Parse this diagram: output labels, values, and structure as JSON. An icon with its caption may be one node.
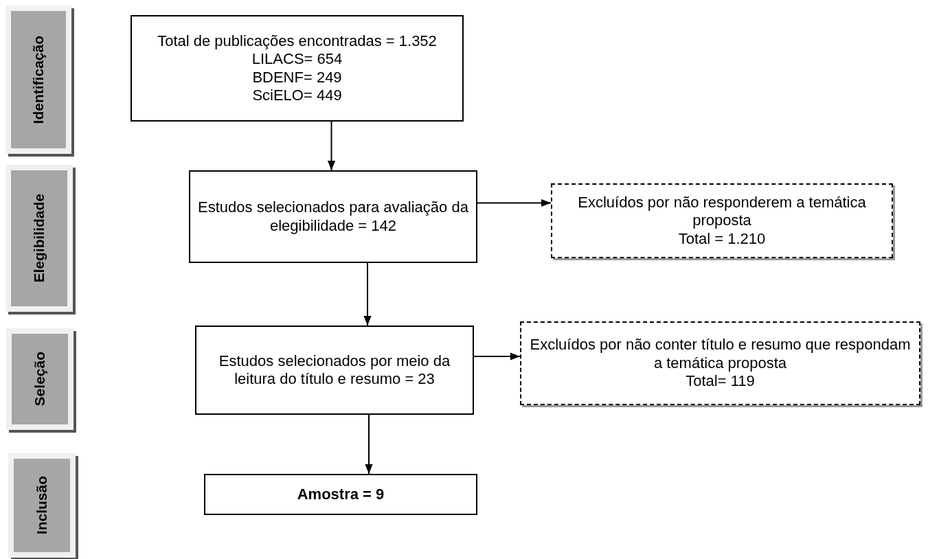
{
  "diagram": {
    "nodes": [
      {
        "text": [
          "Identificação"
        ]
      },
      {
        "text": [
          "Elegibilidade"
        ]
      },
      {
        "text": [
          "Seleção"
        ]
      },
      {
        "text": [
          "Inclusão"
        ]
      },
      {
        "text": [
          "Total de publicações encontradas = 1.352",
          "LILACS= 654",
          "BDENF= 249",
          "SciELO= 449"
        ]
      },
      {
        "text": [
          "Estudos selecionados para avaliação da elegibilidade = 142"
        ]
      },
      {
        "text": [
          "Excluídos por não responderem a temática proposta",
          "Total = 1.210"
        ]
      },
      {
        "text": [
          "Estudos selecionados por meio da leitura do título e resumo = 23"
        ]
      },
      {
        "text": [
          "Excluídos por não conter título e resumo que respondam a temática proposta",
          "Total= 119"
        ]
      },
      {
        "text": [
          "Amostra = 9"
        ]
      }
    ],
    "edges": [
      {
        "from": 4,
        "to": 5,
        "arrow": "to"
      },
      {
        "from": 5,
        "to": 6,
        "arrow": "to"
      },
      {
        "from": 5,
        "to": 7,
        "arrow": "to"
      },
      {
        "from": 7,
        "to": 8,
        "arrow": "to"
      },
      {
        "from": 7,
        "to": 9,
        "arrow": "to"
      }
    ]
  }
}
